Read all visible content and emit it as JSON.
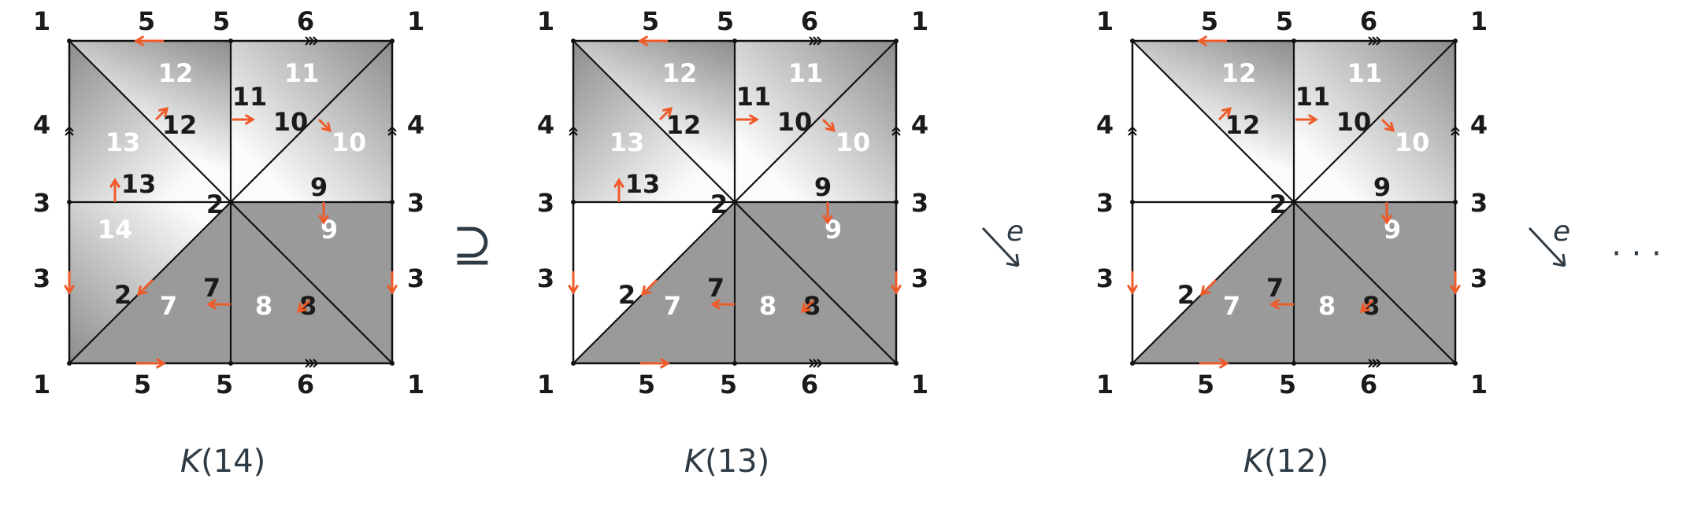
{
  "colors": {
    "arrow": "#f05a28",
    "edge": "#111111",
    "text": "#1a1a1a",
    "caption": "#2e3b45",
    "dark_gray": "#9a9a9a",
    "light_gray": "#f2f2f2"
  },
  "operator_symbol": "⊇",
  "map_label": "e",
  "ellipsis": "· · ·",
  "panels": [
    {
      "caption_prefix": "K",
      "caption_arg": "(14)",
      "corner_labels": {
        "top_left": "1",
        "top_q1": "5",
        "top_mid": "5",
        "top_q3": "6",
        "top_right": "1",
        "left_upper": "4",
        "left_mid": "3",
        "left_lower": "3",
        "right_upper": "4",
        "right_mid": "3",
        "right_lower": "3",
        "bottom_left": "1",
        "bottom_q1": "5",
        "bottom_mid": "5",
        "bottom_q3": "6",
        "bottom_right": "1",
        "center": "2"
      },
      "triangle_labels": [
        "12",
        "11",
        "10",
        "9",
        "8",
        "7",
        "14",
        "13"
      ],
      "edge_labels": [
        "12",
        "11",
        "10",
        "9",
        "8",
        "7",
        "2",
        "13"
      ],
      "missing_triangles": []
    },
    {
      "caption_prefix": "K",
      "caption_arg": "(13)",
      "corner_labels": {
        "top_left": "1",
        "top_q1": "5",
        "top_mid": "5",
        "top_q3": "6",
        "top_right": "1",
        "left_upper": "4",
        "left_mid": "3",
        "left_lower": "3",
        "right_upper": "4",
        "right_mid": "3",
        "right_lower": "3",
        "bottom_left": "1",
        "bottom_q1": "5",
        "bottom_mid": "5",
        "bottom_q3": "6",
        "bottom_right": "1",
        "center": "2"
      },
      "triangle_labels": [
        "12",
        "11",
        "10",
        "9",
        "8",
        "7",
        "",
        "13"
      ],
      "edge_labels": [
        "12",
        "11",
        "10",
        "9",
        "8",
        "7",
        "2",
        "13"
      ],
      "missing_triangles": [
        6
      ]
    },
    {
      "caption_prefix": "K",
      "caption_arg": "(12)",
      "corner_labels": {
        "top_left": "1",
        "top_q1": "5",
        "top_mid": "5",
        "top_q3": "6",
        "top_right": "1",
        "left_upper": "4",
        "left_mid": "3",
        "left_lower": "3",
        "right_upper": "4",
        "right_mid": "3",
        "right_lower": "3",
        "bottom_left": "1",
        "bottom_q1": "5",
        "bottom_mid": "5",
        "bottom_q3": "6",
        "bottom_right": "1",
        "center": "2"
      },
      "triangle_labels": [
        "12",
        "11",
        "10",
        "9",
        "8",
        "7",
        "",
        ""
      ],
      "edge_labels": [
        "12",
        "11",
        "10",
        "9",
        "8",
        "7",
        "2",
        ""
      ],
      "missing_triangles": [
        6,
        7
      ]
    }
  ]
}
